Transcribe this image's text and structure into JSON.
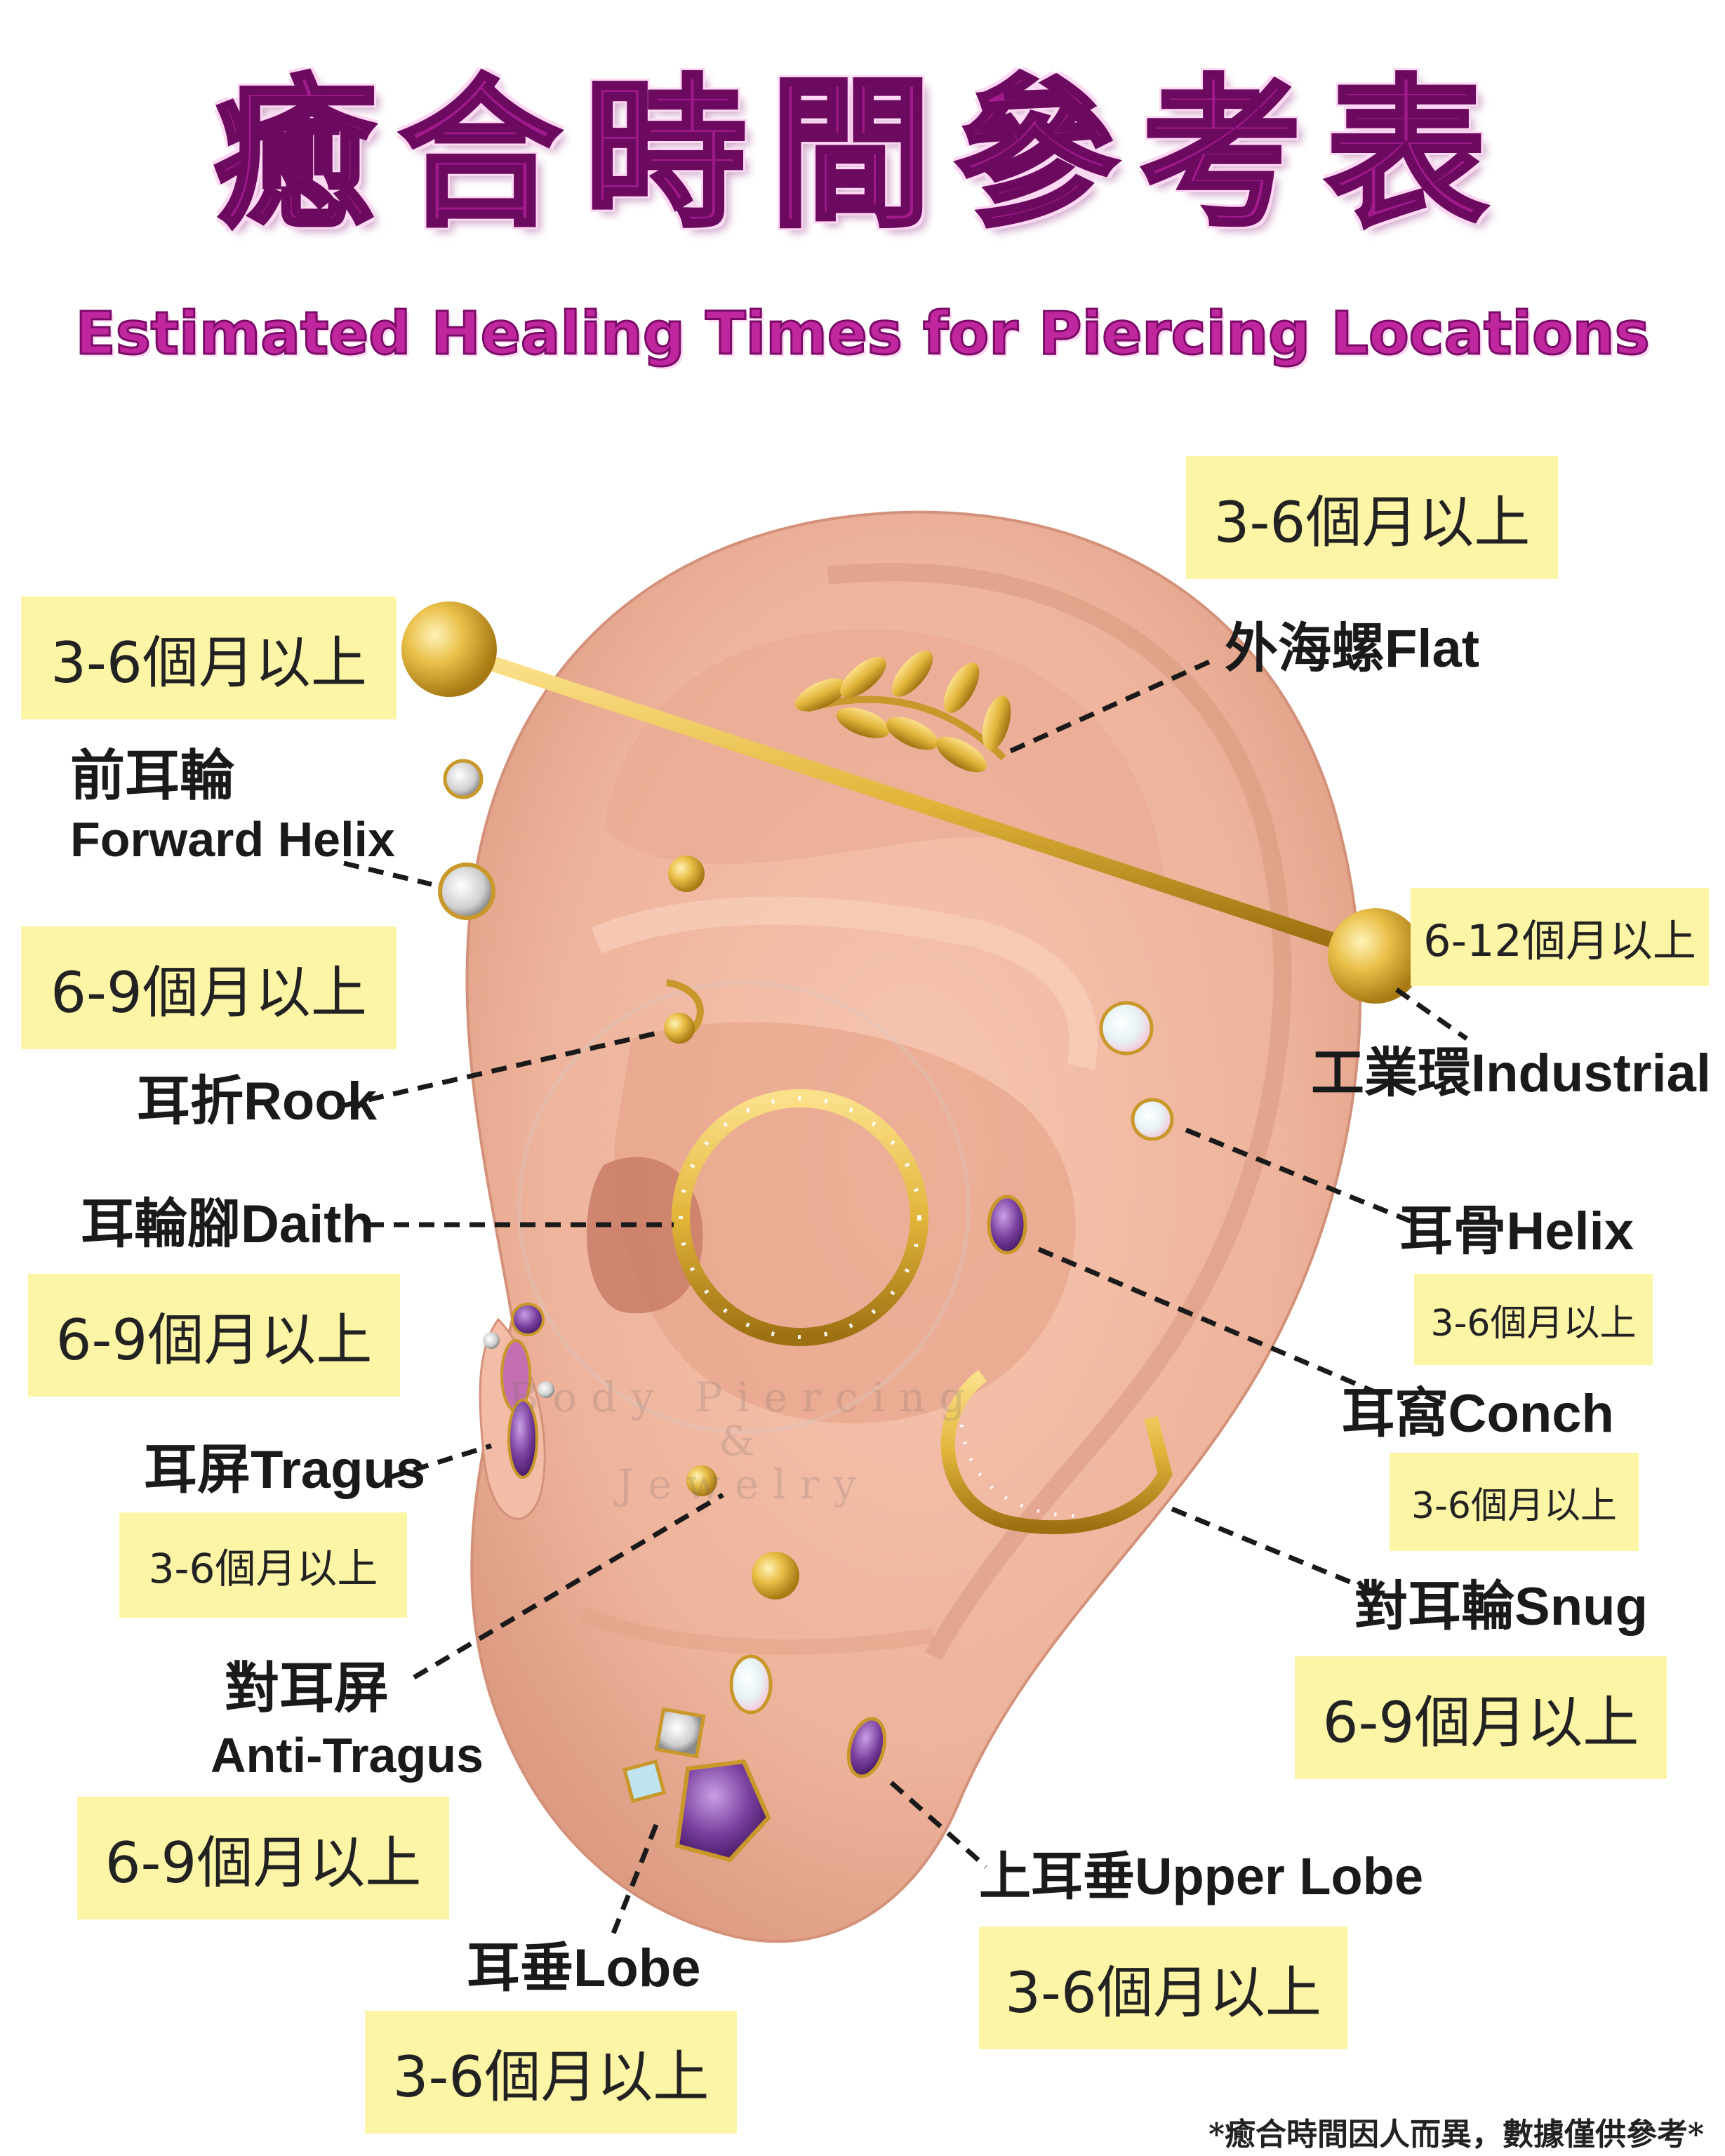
{
  "header": {
    "title": "癒合時間參考表",
    "subtitle": "Estimated Healing Times for Piercing Locations"
  },
  "watermark": {
    "line1": "Body Piercing",
    "line2": "&",
    "line3": "Jewelry"
  },
  "piercings": {
    "flat": {
      "label": "外海螺Flat",
      "time": "3-6個月以上"
    },
    "industrial": {
      "label": "工業環Industrial",
      "time": "3-6個月以上",
      "time2": "6-12個月以上"
    },
    "forward_helix": {
      "label_zh": "前耳輪",
      "label_en": "Forward Helix",
      "time": "6-9個月以上"
    },
    "rook": {
      "label": "耳折Rook"
    },
    "helix": {
      "label": "耳骨Helix",
      "time": "3-6個月以上"
    },
    "daith": {
      "label": "耳輪腳Daith",
      "time": "6-9個月以上"
    },
    "conch": {
      "label": "耳窩Conch",
      "time": "3-6個月以上"
    },
    "tragus": {
      "label": "耳屏Tragus",
      "time": "3-6個月以上"
    },
    "snug": {
      "label": "對耳輪Snug",
      "time": "6-9個月以上"
    },
    "anti_tragus": {
      "label_zh": "對耳屏",
      "label_en": "Anti-Tragus",
      "time": "6-9個月以上"
    },
    "upper_lobe": {
      "label": "上耳垂Upper Lobe",
      "time": "3-6個月以上"
    },
    "lobe": {
      "label": "耳垂Lobe",
      "time": "3-6個月以上"
    }
  },
  "footnote": "*癒合時間因人而異，數據僅供參考*",
  "colors": {
    "title": "#a01a8c",
    "label_box": "#fdf5a6",
    "skin": "#f2b7a0",
    "gold": "#e2b53a",
    "amethyst": "#7a3f9e"
  }
}
